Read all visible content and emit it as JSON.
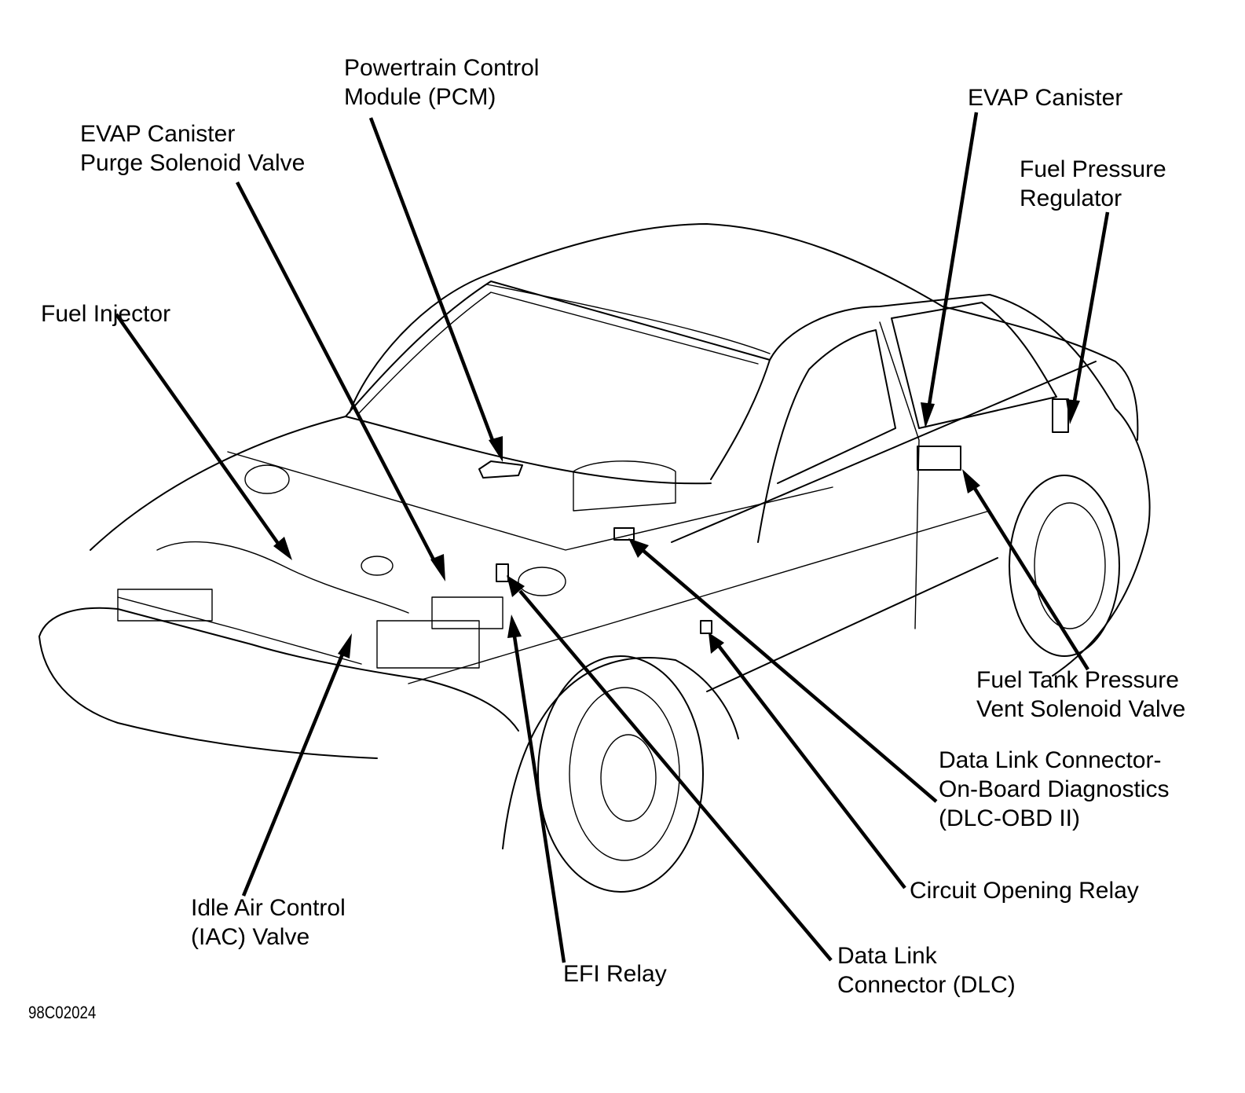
{
  "figure": {
    "id": "98C02024",
    "subject": "sedan-component-locator",
    "ink_color": "#000000",
    "background_color": "#ffffff"
  },
  "labels": [
    {
      "key": "pcm",
      "lines": [
        "Powertrain Control",
        "Module (PCM)"
      ]
    },
    {
      "key": "evap_purge",
      "lines": [
        "EVAP Canister",
        "Purge Solenoid Valve"
      ]
    },
    {
      "key": "evap_canister",
      "lines": [
        "EVAP Canister"
      ]
    },
    {
      "key": "fuel_pressure_regulator",
      "lines": [
        "Fuel Pressure",
        "Regulator"
      ]
    },
    {
      "key": "fuel_injector",
      "lines": [
        "Fuel Injector"
      ]
    },
    {
      "key": "fuel_tank_vent",
      "lines": [
        "Fuel Tank Pressure",
        "Vent Solenoid Valve"
      ]
    },
    {
      "key": "dlc_obd",
      "lines": [
        "Data Link Connector-",
        "On-Board Diagnostics",
        "(DLC-OBD II)"
      ]
    },
    {
      "key": "circuit_opening_relay",
      "lines": [
        "Circuit Opening Relay"
      ]
    },
    {
      "key": "dlc",
      "lines": [
        "Data Link",
        "Connector (DLC)"
      ]
    },
    {
      "key": "efi_relay",
      "lines": [
        "EFI Relay"
      ]
    },
    {
      "key": "iac",
      "lines": [
        "Idle Air Control",
        "(IAC) Valve"
      ]
    }
  ]
}
